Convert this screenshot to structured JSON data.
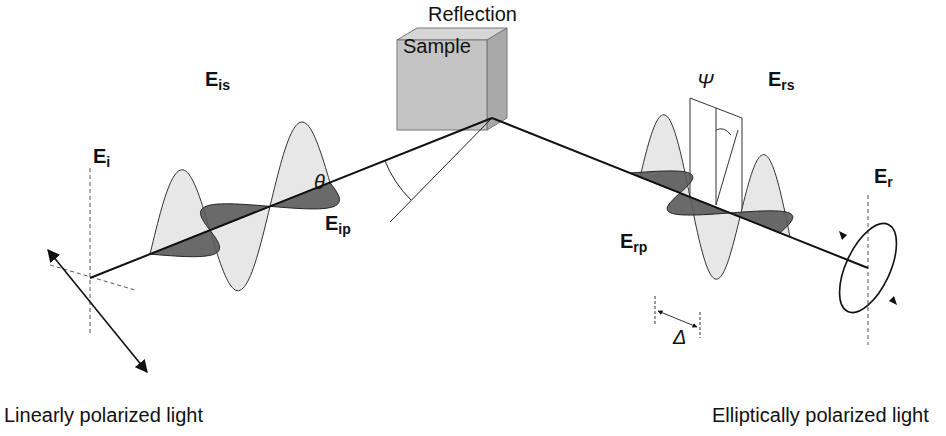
{
  "diagram": {
    "nodes": [
      {
        "text": [
          "Sample"
        ]
      }
    ],
    "edges": [],
    "labels": [
      "Reflection",
      "Ei",
      "Eis",
      "Eip",
      "θ",
      "Ψ",
      "Ers",
      "Erp",
      "Er",
      "Δ",
      "Linearly polarized light",
      "Elliptically polarized light"
    ]
  }
}
